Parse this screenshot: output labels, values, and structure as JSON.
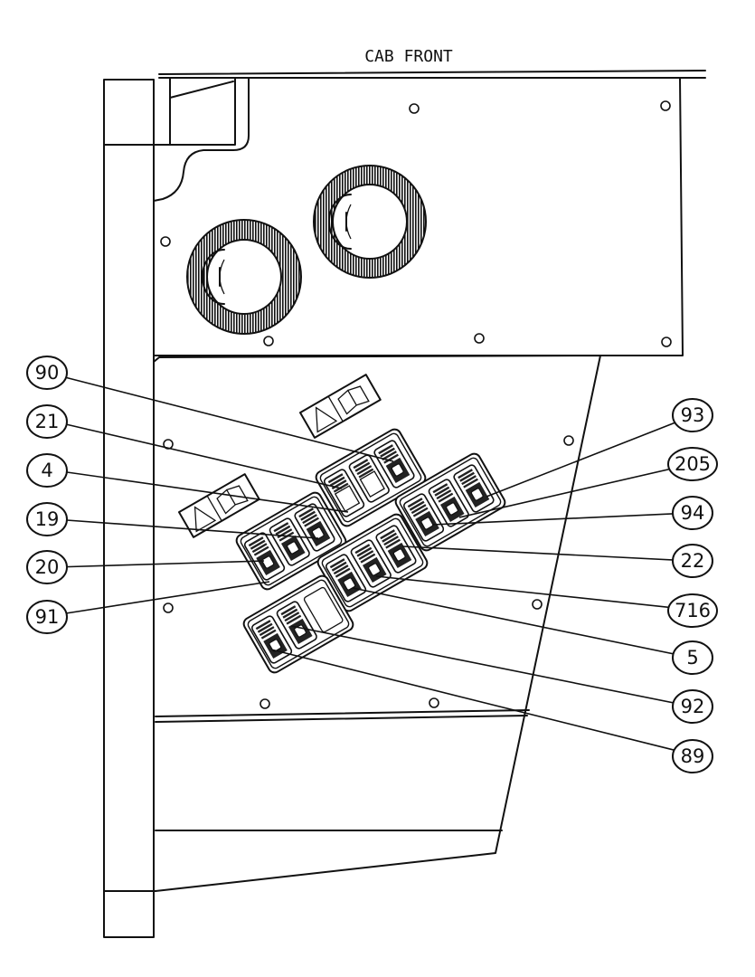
{
  "title": "CAB FRONT",
  "callouts": [
    "90",
    "21",
    "4",
    "19",
    "20",
    "91",
    "93",
    "205",
    "94",
    "22",
    "716",
    "5",
    "92",
    "89"
  ]
}
